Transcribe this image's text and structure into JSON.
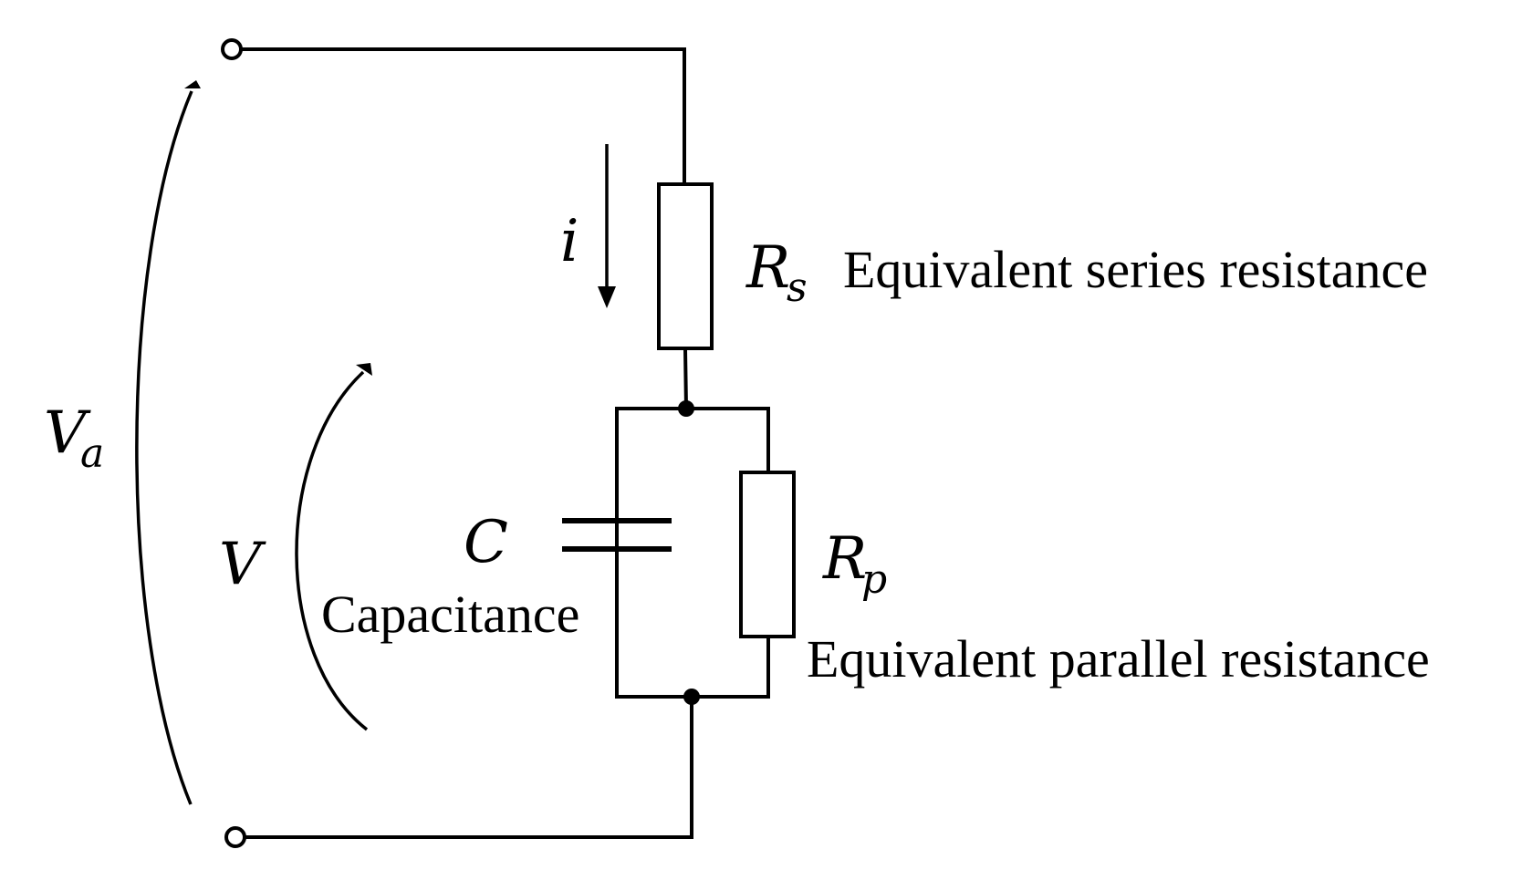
{
  "labels": {
    "current": "i",
    "series_resistor_symbol": "R",
    "series_resistor_subscript": "s",
    "series_resistor_description": "Equivalent series resistance",
    "capacitor_symbol": "C",
    "capacitor_description": "Capacitance",
    "parallel_resistor_symbol": "R",
    "parallel_resistor_subscript": "p",
    "parallel_resistor_description": "Equivalent parallel resistance",
    "voltage_total_symbol": "V",
    "voltage_total_subscript": "a",
    "voltage_cap_symbol": "V"
  }
}
